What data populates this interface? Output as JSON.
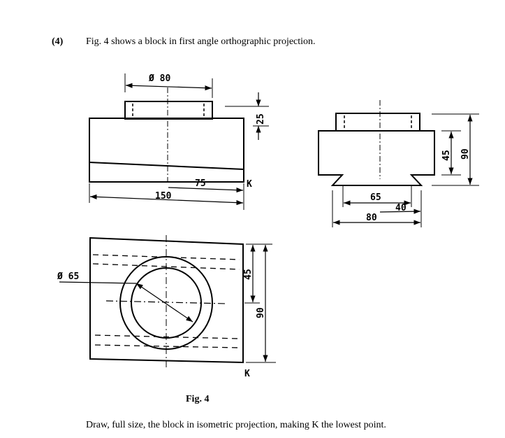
{
  "question": {
    "number": "(4)",
    "intro": "Fig. 4 shows a block in first angle orthographic projection.",
    "caption": "Fig. 4",
    "instruction": "Draw, full size, the block in isometric projection, making K the lowest point."
  },
  "drawing": {
    "front_view": {
      "dia_top": "Ø 80",
      "height_top": "25",
      "half_width": "75",
      "width": "150",
      "corner": "K"
    },
    "side_view": {
      "dovetail_inner": "65",
      "offset": "40",
      "base_width": "80",
      "block_height": "45",
      "overall_height": "90"
    },
    "plan_view": {
      "dia_bore": "Ø 65",
      "center_offset": "45",
      "depth": "90",
      "corner": "K"
    }
  }
}
